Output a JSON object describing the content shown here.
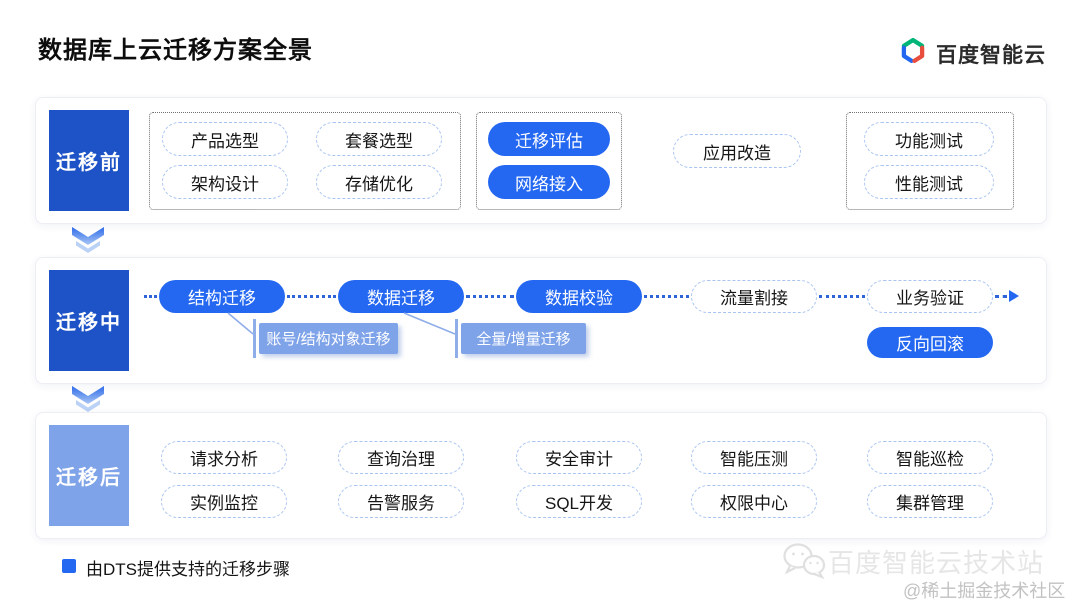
{
  "header": {
    "title": "数据库上云迁移方案全景",
    "logo_text": "百度智能云"
  },
  "phases": {
    "pre": {
      "label": "迁移前",
      "planning": [
        "产品选型",
        "套餐选型",
        "架构设计",
        "存储优化"
      ],
      "dts": [
        "迁移评估",
        "网络接入"
      ],
      "app": "应用改造",
      "testing": [
        "功能测试",
        "性能测试"
      ]
    },
    "during": {
      "label": "迁移中",
      "steps": [
        "结构迁移",
        "数据迁移",
        "数据校验",
        "流量割接",
        "业务验证"
      ],
      "rollback": "反向回滚",
      "tags": [
        "账号/结构对象迁移",
        "全量/增量迁移"
      ]
    },
    "post": {
      "label": "迁移后",
      "top": [
        "请求分析",
        "查询治理",
        "安全审计",
        "智能压测",
        "智能巡检"
      ],
      "bottom": [
        "实例监控",
        "告警服务",
        "SQL开发",
        "权限中心",
        "集群管理"
      ]
    }
  },
  "legend": {
    "text": "由DTS提供支持的迁移步骤"
  },
  "watermark": {
    "line1": "百度智能云技术站",
    "line2": "@稀土掘金技术社区"
  },
  "colors": {
    "primary": "#2468F2",
    "label_dark": "#1D53C6",
    "label_light": "#7FA3E8",
    "tag_bg": "#7FA3E8",
    "logo_green": "#00B578",
    "logo_blue": "#2468F2",
    "logo_red": "#E84D3D"
  }
}
